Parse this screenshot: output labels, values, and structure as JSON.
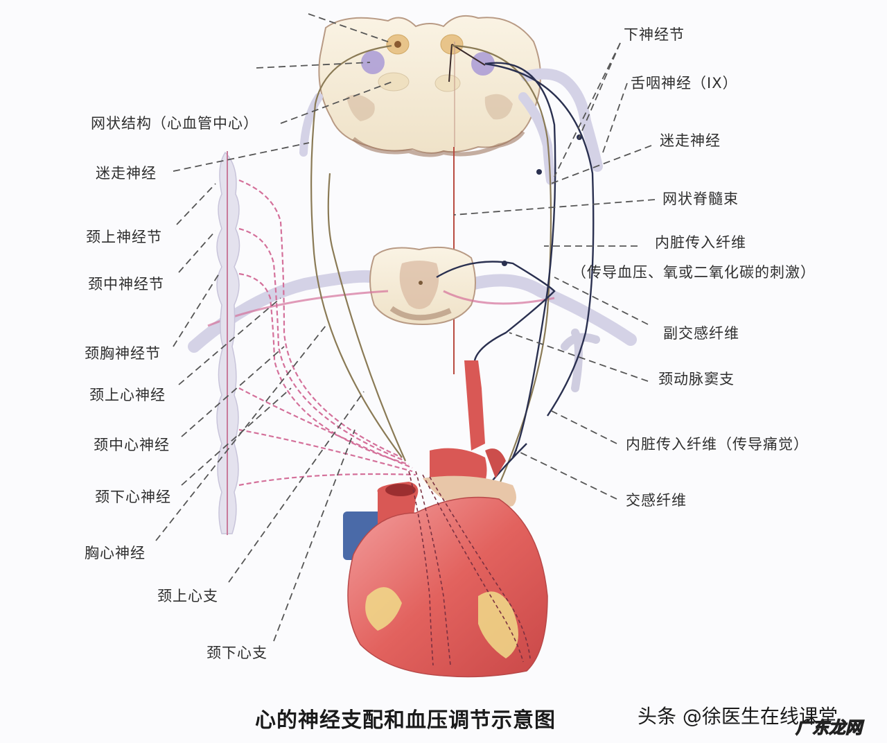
{
  "figure": {
    "caption": "心的神经支配和血压调节示意图",
    "credit": "头条 @徐医生在线课堂",
    "watermark": "广东龙网"
  },
  "labels_left": [
    {
      "id": "reticular-formation",
      "text": "网状结构（心血管中心）"
    },
    {
      "id": "vagus-nerve-left",
      "text": "迷走神经"
    },
    {
      "id": "superior-cervical-ganglion",
      "text": "颈上神经节"
    },
    {
      "id": "middle-cervical-ganglion",
      "text": "颈中神经节"
    },
    {
      "id": "cervicothoracic-ganglion",
      "text": "颈胸神经节"
    },
    {
      "id": "superior-cervical-cardiac-nerve",
      "text": "颈上心神经"
    },
    {
      "id": "middle-cervical-cardiac-nerve",
      "text": "颈中心神经"
    },
    {
      "id": "inferior-cervical-cardiac-nerve",
      "text": "颈下心神经"
    },
    {
      "id": "thoracic-cardiac-nerve",
      "text": "胸心神经"
    },
    {
      "id": "superior-cervical-cardiac-branch",
      "text": "颈上心支"
    },
    {
      "id": "inferior-cervical-cardiac-branch",
      "text": "颈下心支"
    }
  ],
  "labels_right": [
    {
      "id": "inferior-ganglion",
      "text": "下神经节"
    },
    {
      "id": "glossopharyngeal-nerve",
      "text": "舌咽神经（IX）"
    },
    {
      "id": "vagus-nerve-right",
      "text": "迷走神经"
    },
    {
      "id": "reticulospinal-tract",
      "text": "网状脊髓束"
    },
    {
      "id": "visceral-afferent-fibers",
      "text": "内脏传入纤维"
    },
    {
      "id": "visceral-afferent-note",
      "text": "（传导血压、氧或二氧化碳的刺激）"
    },
    {
      "id": "parasympathetic-fibers",
      "text": "副交感纤维"
    },
    {
      "id": "carotid-sinus-branch",
      "text": "颈动脉窦支"
    },
    {
      "id": "visceral-afferent-pain",
      "text": "内脏传入纤维（传导痛觉）"
    },
    {
      "id": "sympathetic-fibers",
      "text": "交感纤维"
    }
  ],
  "colors": {
    "background": "#fbfbfd",
    "spinal_cord_fill": "#f6ecd8",
    "spinal_cord_outline": "#b59a88",
    "nucleus_orange": "#e8c48a",
    "nucleus_purple": "#a99ad6",
    "nerve_gray": "#d4d2e6",
    "sympathetic_pink": "#d4709a",
    "vagus_line": "#8a7a55",
    "afferent_line": "#2a3050",
    "heart_red": "#dd5a55",
    "heart_fat": "#f0dc8a",
    "vein_blue": "#4a6aa8",
    "leader_dash": "#555555"
  }
}
